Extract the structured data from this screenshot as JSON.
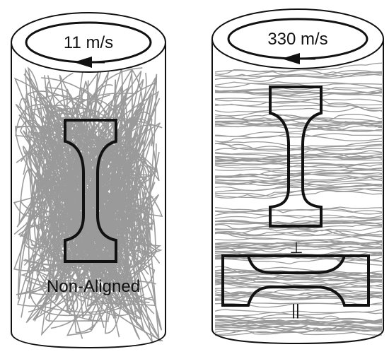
{
  "left_cylinder": {
    "speed_label": "11 m/s",
    "fiber_label": "Non-Aligned"
  },
  "right_cylinder": {
    "speed_label": "330 m/s",
    "perpendicular_label": "⊥",
    "parallel_label": "||"
  },
  "colors": {
    "outline": "#111111",
    "fiber": "#9a9a9a",
    "background": "#ffffff"
  }
}
